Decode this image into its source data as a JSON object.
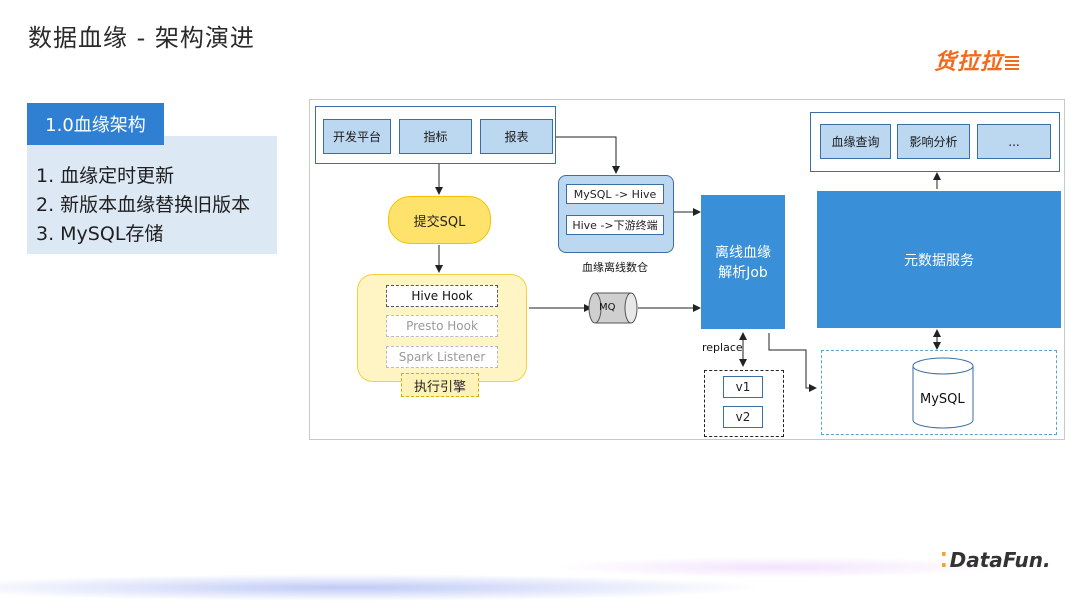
{
  "slide": {
    "title": "数据血缘 - 架构演进",
    "brand": "货拉拉",
    "footer_brand": "DataFun."
  },
  "sidebar": {
    "tab_label": "1.0血缘架构",
    "items": [
      "1. 血缘定时更新",
      "2. 新版本血缘替换旧版本",
      "3. MySQL存储"
    ]
  },
  "diagram": {
    "top_left_group": [
      "开发平台",
      "指标",
      "报表"
    ],
    "submit_sql": "提交SQL",
    "hooks": [
      "Hive Hook",
      "Presto Hook",
      "Spark Listener"
    ],
    "engine_label": "执行引擎",
    "warehouse_items": [
      "MySQL -> Hive",
      "Hive ->下游终端"
    ],
    "warehouse_label": "血缘离线数仓",
    "mq": "MQ",
    "offline_job": [
      "离线血缘",
      "解析Job"
    ],
    "replace_label": "replace",
    "versions": [
      "v1",
      "v2"
    ],
    "top_right_group": [
      "血缘查询",
      "影响分析",
      "..."
    ],
    "metadata_service": "元数据服务",
    "mysql": "MySQL"
  },
  "colors": {
    "accent_blue": "#2f7fd2",
    "panel_blue": "#dde8f5",
    "box_blue": "#3a8fd9",
    "light_box": "#bcd7f0",
    "engine_yellow": "#fff5c4",
    "pill_yellow": "#ffe26b",
    "brand_orange": "#f26a1b"
  }
}
